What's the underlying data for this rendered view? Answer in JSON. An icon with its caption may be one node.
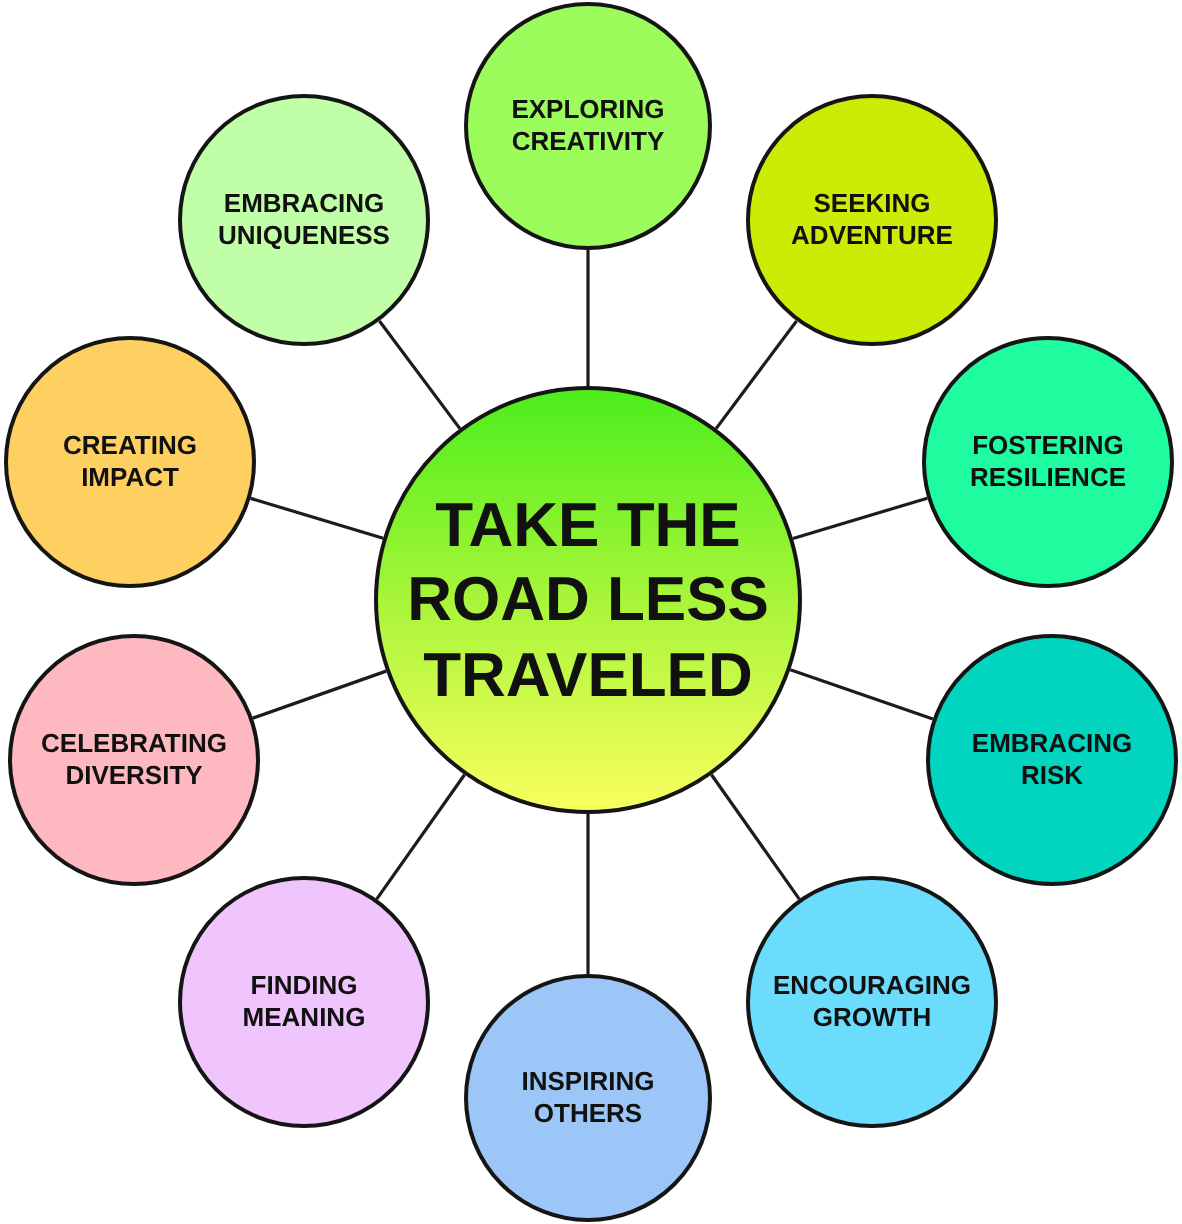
{
  "diagram": {
    "nodes": [
      {
        "text": [
          "TAKE THE ROAD LESS TRAVELED"
        ]
      },
      {
        "text": [
          "EXPLORING CREATIVITY"
        ]
      },
      {
        "text": [
          "SEEKING ADVENTURE"
        ]
      },
      {
        "text": [
          "FOSTERING RESILIENCE"
        ]
      },
      {
        "text": [
          "EMBRACING RISK"
        ]
      },
      {
        "text": [
          "ENCOURAGING GROWTH"
        ]
      },
      {
        "text": [
          "INSPIRING OTHERS"
        ]
      },
      {
        "text": [
          "FINDING MEANING"
        ]
      },
      {
        "text": [
          "CELEBRATING DIVERSITY"
        ]
      },
      {
        "text": [
          "CREATING IMPACT"
        ]
      },
      {
        "text": [
          "EMBRACING UNIQUENESS"
        ]
      }
    ],
    "edges": [
      {
        "from": 0,
        "to": 1,
        "arrow": "none"
      },
      {
        "from": 0,
        "to": 2,
        "arrow": "none"
      },
      {
        "from": 0,
        "to": 3,
        "arrow": "none"
      },
      {
        "from": 0,
        "to": 4,
        "arrow": "none"
      },
      {
        "from": 0,
        "to": 5,
        "arrow": "none"
      },
      {
        "from": 0,
        "to": 6,
        "arrow": "none"
      },
      {
        "from": 0,
        "to": 7,
        "arrow": "none"
      },
      {
        "from": 0,
        "to": 8,
        "arrow": "none"
      },
      {
        "from": 0,
        "to": 9,
        "arrow": "none"
      },
      {
        "from": 0,
        "to": 10,
        "arrow": "none"
      }
    ]
  }
}
